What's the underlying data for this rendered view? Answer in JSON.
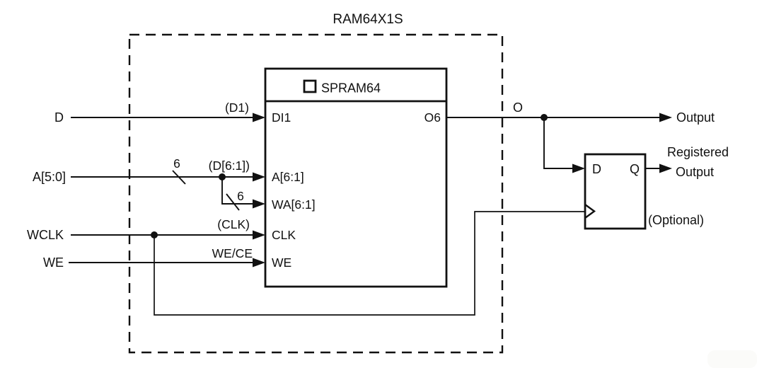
{
  "diagram": {
    "title": "RAM64X1S",
    "block": {
      "header_label": "SPRAM64",
      "ports_left": [
        "DI1",
        "A[6:1]",
        "WA[6:1]",
        "CLK",
        "WE"
      ],
      "port_right": "O6"
    },
    "inputs": [
      {
        "label": "D",
        "annotation": "(D1)"
      },
      {
        "label": "A[5:0]",
        "annotation": "(D[6:1])",
        "bus_width": "6"
      },
      {
        "label": "WCLK",
        "annotation": "(CLK)"
      },
      {
        "label": "WE",
        "annotation": "WE/CE"
      }
    ],
    "wa_branch": {
      "bus_width": "6"
    },
    "output": {
      "net_label": "O",
      "label": "Output"
    },
    "registered_output": {
      "line1": "Registered",
      "line2": "Output"
    },
    "flipflop": {
      "d_label": "D",
      "q_label": "Q",
      "optional_label": "(Optional)"
    },
    "colors": {
      "ink": "#111111",
      "background": "#ffffff"
    }
  }
}
